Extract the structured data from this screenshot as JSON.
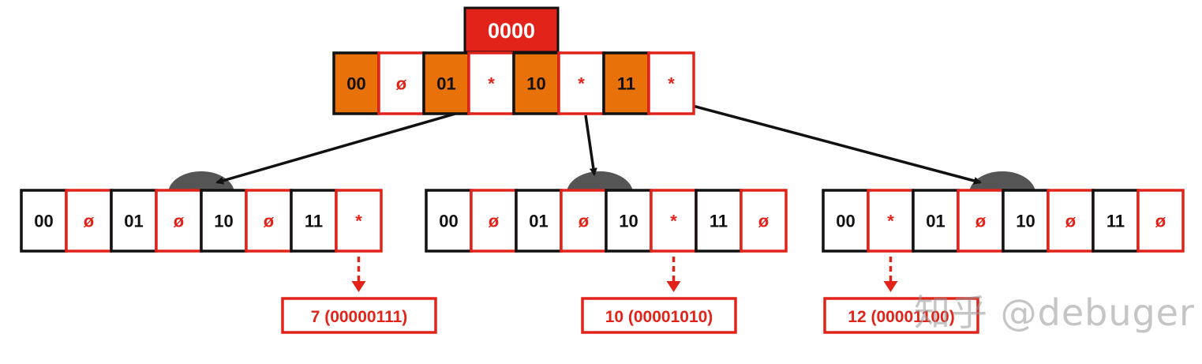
{
  "colors": {
    "orange": "#e8710a",
    "red": "#e2231a",
    "black": "#111111",
    "gray": "#555555",
    "root_fill": "#e2231a"
  },
  "root": {
    "label": "0000",
    "cells": [
      {
        "text": "00",
        "style": "orange"
      },
      {
        "text": "ø",
        "style": "red"
      },
      {
        "text": "01",
        "style": "orange"
      },
      {
        "text": "*",
        "style": "red"
      },
      {
        "text": "10",
        "style": "orange"
      },
      {
        "text": "*",
        "style": "red"
      },
      {
        "text": "11",
        "style": "orange"
      },
      {
        "text": "*",
        "style": "red"
      }
    ]
  },
  "children": [
    {
      "cells": [
        {
          "text": "00",
          "style": "black"
        },
        {
          "text": "ø",
          "style": "red"
        },
        {
          "text": "01",
          "style": "black"
        },
        {
          "text": "ø",
          "style": "red"
        },
        {
          "text": "10",
          "style": "black"
        },
        {
          "text": "ø",
          "style": "red"
        },
        {
          "text": "11",
          "style": "black"
        },
        {
          "text": "*",
          "style": "red"
        }
      ],
      "value_label": "7 (00000111)"
    },
    {
      "cells": [
        {
          "text": "00",
          "style": "black"
        },
        {
          "text": "ø",
          "style": "red"
        },
        {
          "text": "01",
          "style": "black"
        },
        {
          "text": "ø",
          "style": "red"
        },
        {
          "text": "10",
          "style": "black"
        },
        {
          "text": "*",
          "style": "red"
        },
        {
          "text": "11",
          "style": "black"
        },
        {
          "text": "ø",
          "style": "red"
        }
      ],
      "value_label": "10 (00001010)"
    },
    {
      "cells": [
        {
          "text": "00",
          "style": "black"
        },
        {
          "text": "*",
          "style": "red"
        },
        {
          "text": "01",
          "style": "black"
        },
        {
          "text": "ø",
          "style": "red"
        },
        {
          "text": "10",
          "style": "black"
        },
        {
          "text": "ø",
          "style": "red"
        },
        {
          "text": "11",
          "style": "black"
        },
        {
          "text": "ø",
          "style": "red"
        }
      ],
      "value_label": "12 (00001100)"
    }
  ],
  "watermark": "知乎 @debuger"
}
